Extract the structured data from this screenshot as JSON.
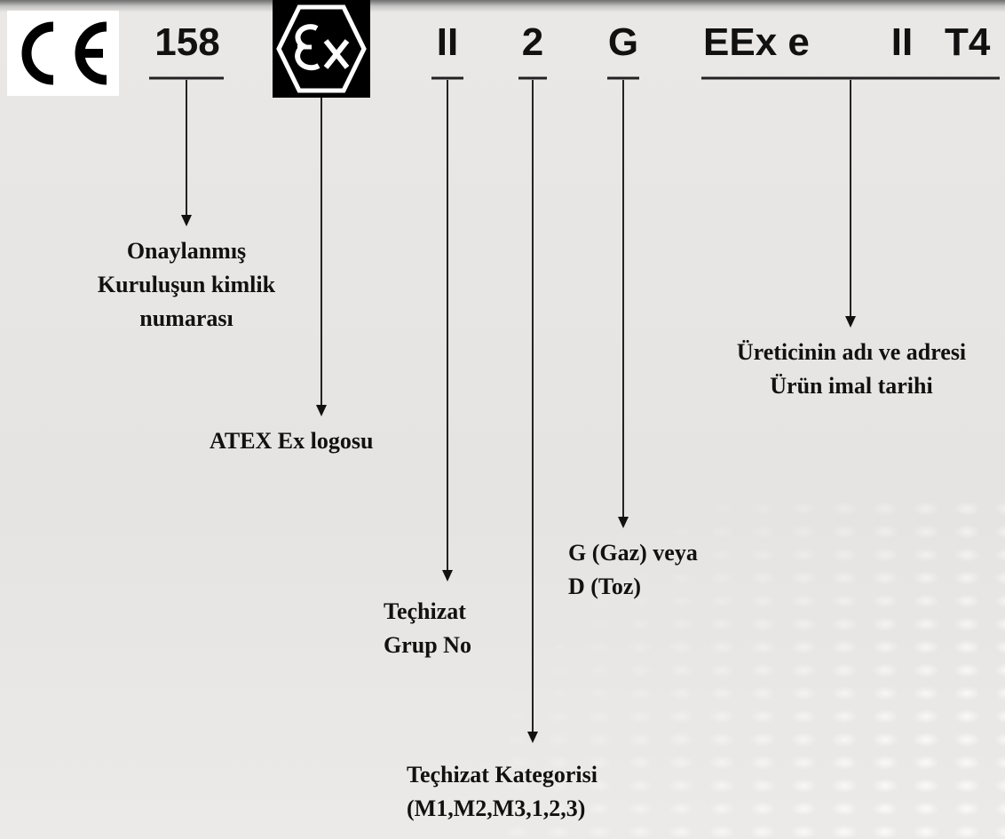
{
  "marking": {
    "ce_mark": "CE",
    "notified_body_number": "158",
    "ex_logo": "Ex",
    "equipment_group": "II",
    "category": "2",
    "atmosphere": "G",
    "protection": "EEx e",
    "gas_group": "II",
    "temperature_class": "T4"
  },
  "labels": {
    "notified_body": [
      "Onaylanmış",
      "Kuruluşun kimlik",
      "numarası"
    ],
    "ex_logo": "ATEX Ex logosu",
    "group": [
      "Teçhizat",
      "Grup No"
    ],
    "atmosphere": [
      "G (Gaz) veya",
      "D (Toz)"
    ],
    "category": [
      "Teçhizat Kategorisi",
      "(M1,M2,M3,1,2,3)"
    ],
    "manufacturer": [
      "Üreticinin adı ve adresi",
      "Ürün imal tarihi"
    ]
  }
}
